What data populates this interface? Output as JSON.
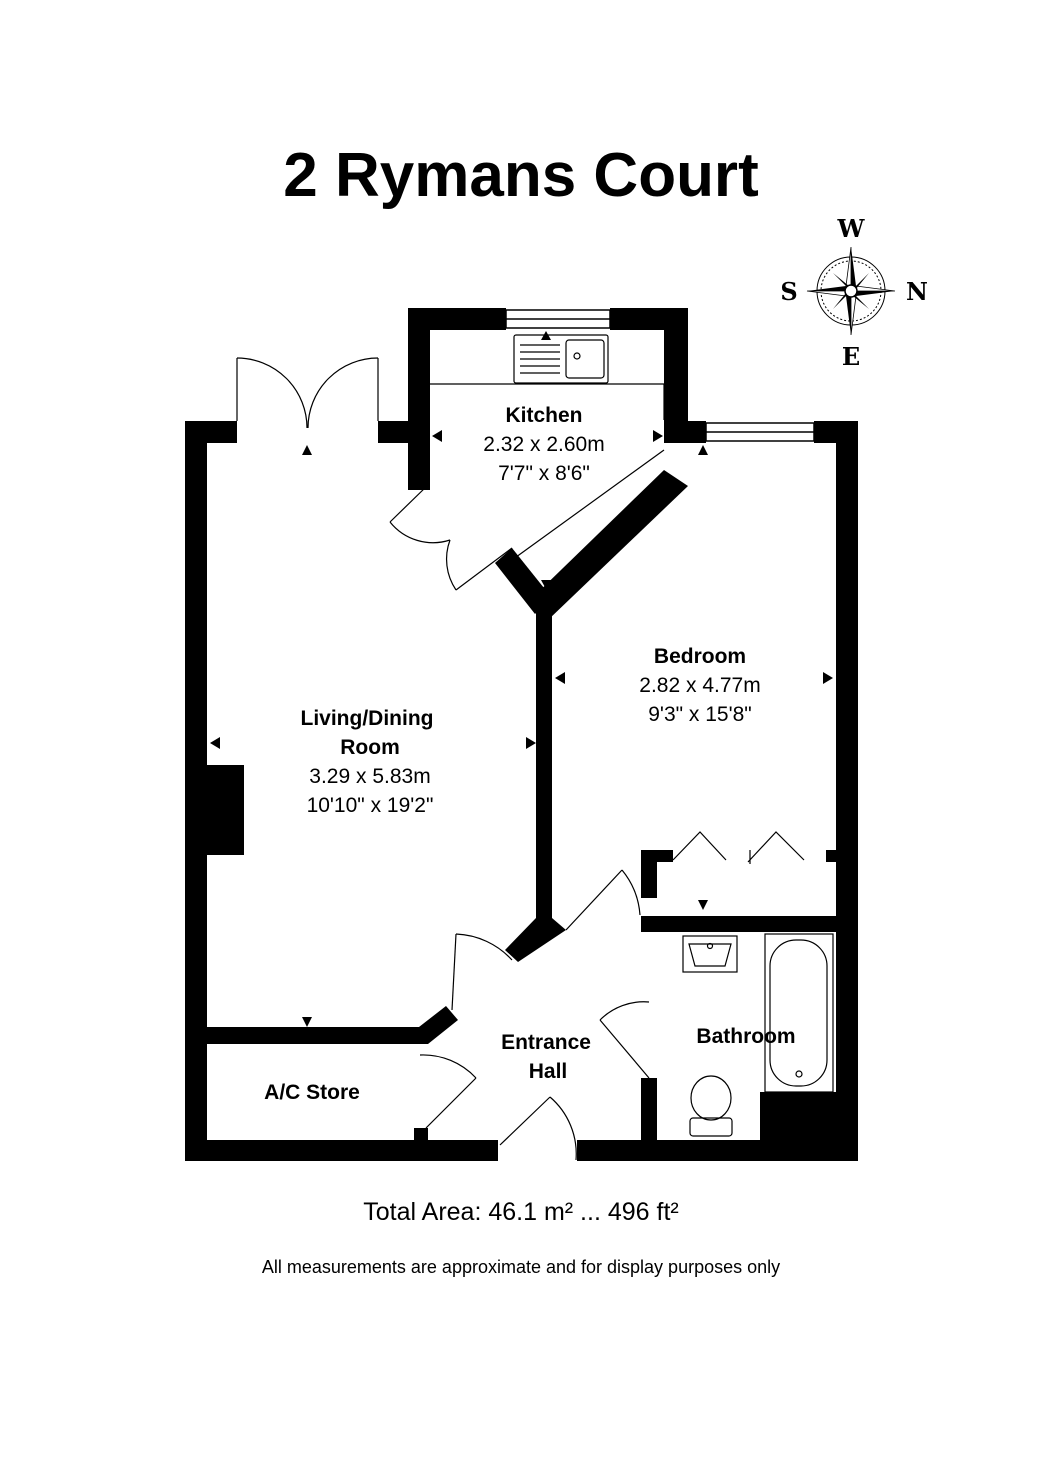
{
  "title": "2 Rymans Court",
  "compass": {
    "top": "W",
    "left": "S",
    "right": "N",
    "bottom": "E"
  },
  "rooms": {
    "kitchen": {
      "name": "Kitchen",
      "metric": "2.32 x 2.60m",
      "imperial": "7'7\" x 8'6\""
    },
    "living": {
      "name_line1": "Living/Dining",
      "name_line2": "Room",
      "metric": "3.29 x 5.83m",
      "imperial": "10'10\" x 19'2\""
    },
    "bedroom": {
      "name": "Bedroom",
      "metric": "2.82 x 4.77m",
      "imperial": "9'3\" x 15'8\""
    },
    "entrance": {
      "name_line1": "Entrance",
      "name_line2": "Hall"
    },
    "bathroom": {
      "name": "Bathroom"
    },
    "store": {
      "name": "A/C Store"
    }
  },
  "total_area": "Total Area: 46.1 m² ... 496 ft²",
  "disclaimer": "All measurements are approximate and for display purposes only"
}
